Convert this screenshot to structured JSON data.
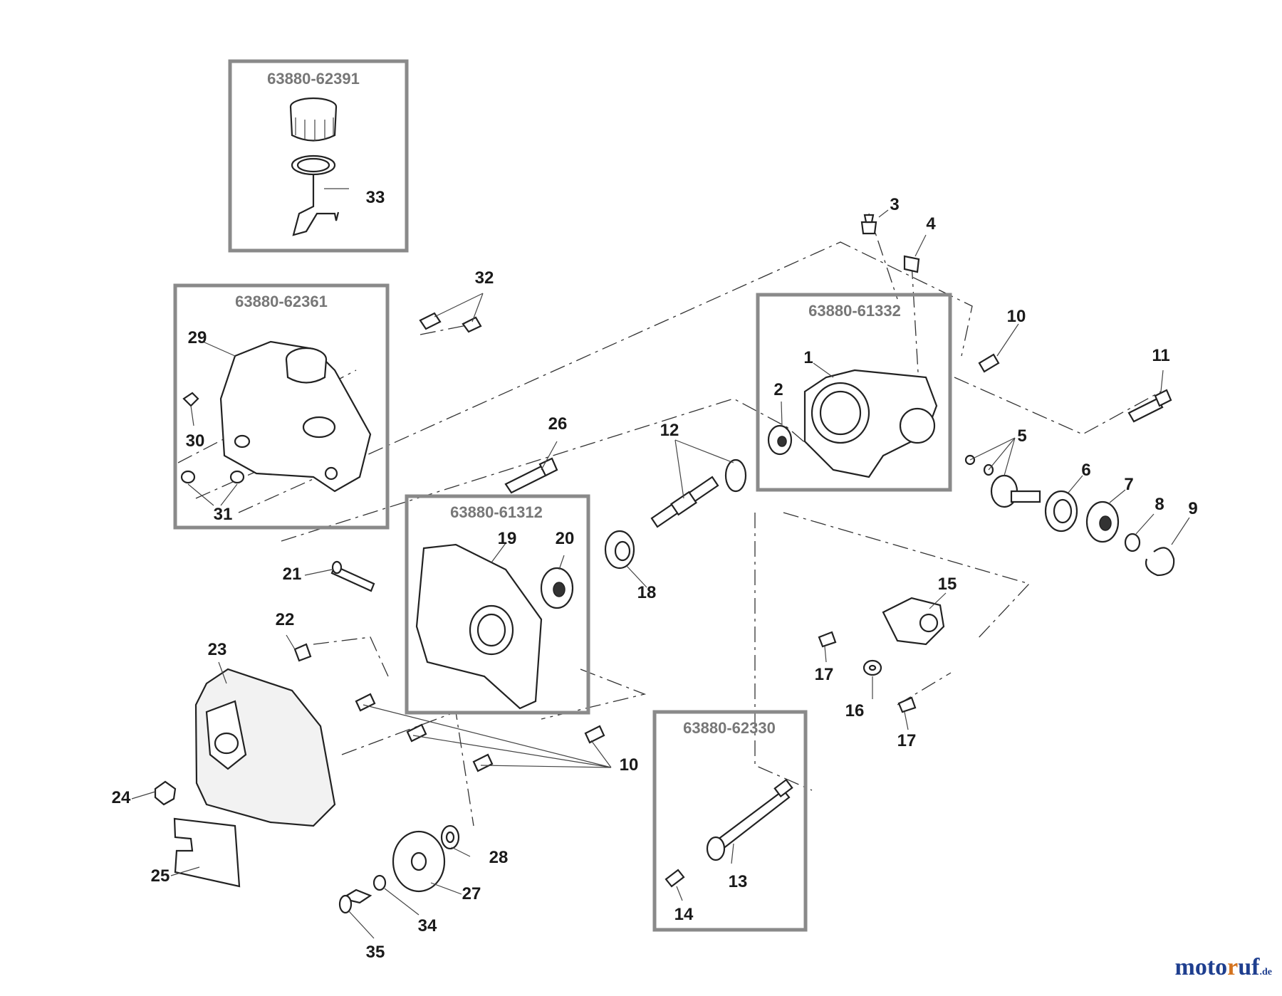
{
  "kits": [
    {
      "id": "kit-62391",
      "label": "63880-62391"
    },
    {
      "id": "kit-62361",
      "label": "63880-62361"
    },
    {
      "id": "kit-61332",
      "label": "63880-61332"
    },
    {
      "id": "kit-61312",
      "label": "63880-61312"
    },
    {
      "id": "kit-62330",
      "label": "63880-62330"
    }
  ],
  "callouts": [
    {
      "n": "1"
    },
    {
      "n": "2"
    },
    {
      "n": "3"
    },
    {
      "n": "4"
    },
    {
      "n": "5"
    },
    {
      "n": "6"
    },
    {
      "n": "7"
    },
    {
      "n": "8"
    },
    {
      "n": "9"
    },
    {
      "n": "10"
    },
    {
      "n": "10"
    },
    {
      "n": "11"
    },
    {
      "n": "12"
    },
    {
      "n": "13"
    },
    {
      "n": "14"
    },
    {
      "n": "15"
    },
    {
      "n": "16"
    },
    {
      "n": "17"
    },
    {
      "n": "17"
    },
    {
      "n": "18"
    },
    {
      "n": "19"
    },
    {
      "n": "20"
    },
    {
      "n": "21"
    },
    {
      "n": "22"
    },
    {
      "n": "23"
    },
    {
      "n": "24"
    },
    {
      "n": "25"
    },
    {
      "n": "26"
    },
    {
      "n": "27"
    },
    {
      "n": "28"
    },
    {
      "n": "29"
    },
    {
      "n": "30"
    },
    {
      "n": "31"
    },
    {
      "n": "32"
    },
    {
      "n": "33"
    },
    {
      "n": "34"
    },
    {
      "n": "35"
    }
  ],
  "watermark": {
    "main": "moto",
    "accent": "r",
    "rest": "uf",
    "tld": ".de"
  }
}
